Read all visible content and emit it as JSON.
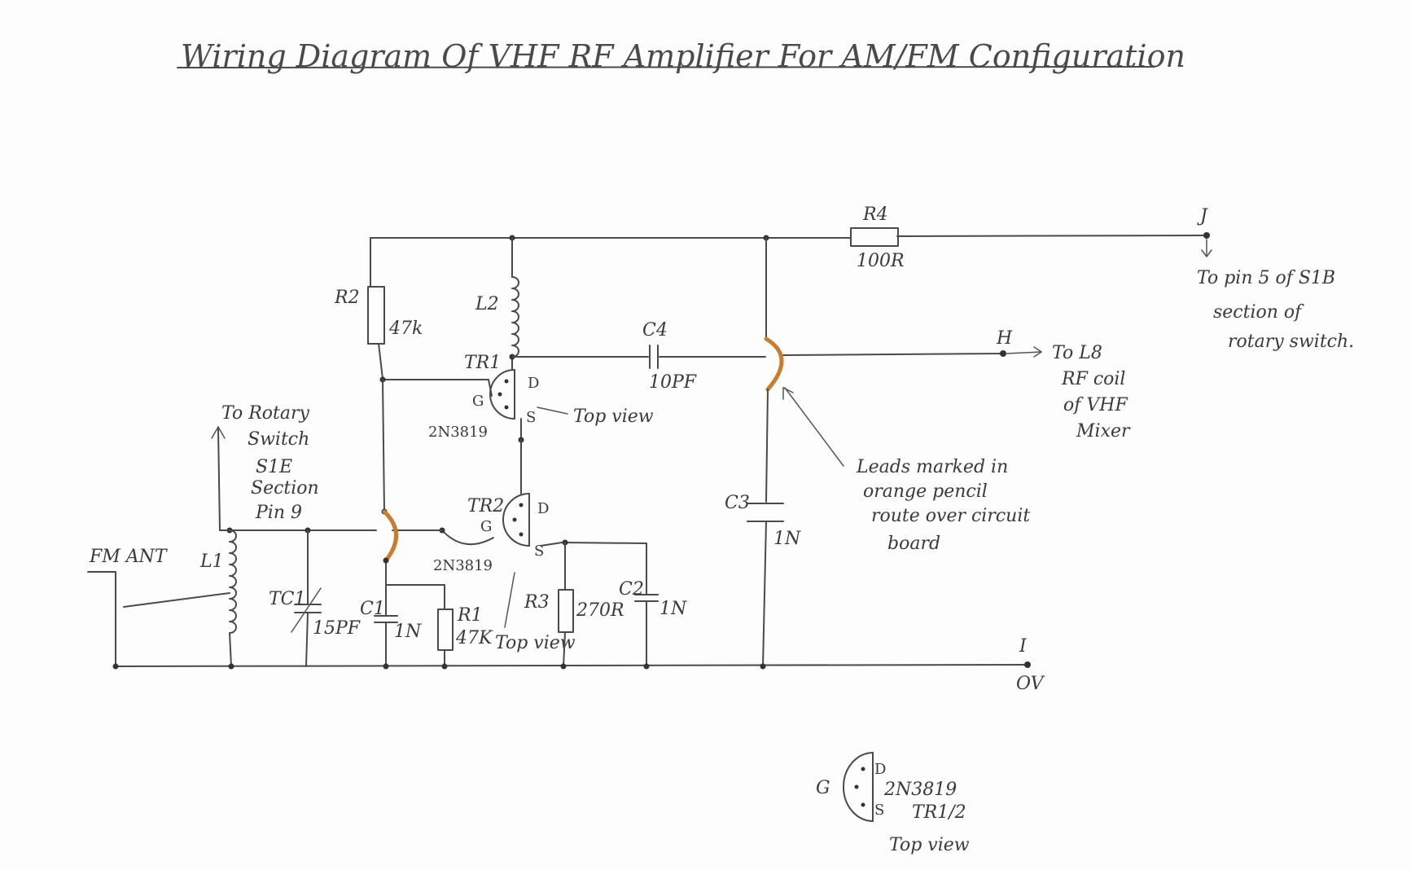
{
  "title": "Wiring Diagram Of VHF RF Amplifier For AM/FM Configuration",
  "components": {
    "r4": {
      "ref": "R4",
      "value": "100R"
    },
    "r2": {
      "ref": "R2",
      "value": "47k"
    },
    "l2": {
      "ref": "L2"
    },
    "c4": {
      "ref": "C4",
      "value": "10PF"
    },
    "tr1": {
      "ref": "TR1",
      "type": "2N3819",
      "pin_g": "G",
      "pin_d": "D",
      "pin_s": "S",
      "note": "Top view"
    },
    "tr2": {
      "ref": "TR2",
      "type": "2N3819",
      "pin_g": "G",
      "pin_d": "D",
      "pin_s": "S",
      "note": "Top view"
    },
    "c3": {
      "ref": "C3",
      "value": "1N"
    },
    "l1": {
      "ref": "L1"
    },
    "tc1": {
      "ref": "TC1",
      "value": "15PF"
    },
    "c1": {
      "ref": "C1",
      "value": "1N"
    },
    "r1": {
      "ref": "R1",
      "value": "47K"
    },
    "r3": {
      "ref": "R3",
      "value": "270R"
    },
    "c2": {
      "ref": "C2",
      "value": "1N"
    }
  },
  "terminals": {
    "j": "J",
    "h": "H",
    "i": "I",
    "ov": "OV",
    "fm_ant": "FM ANT"
  },
  "notes": {
    "to_pin5": [
      "To pin 5 of S1B",
      "section of",
      "rotary switch."
    ],
    "to_l8": [
      "To L8",
      "RF coil",
      "of VHF",
      "Mixer"
    ],
    "to_rotary": [
      "To Rotary",
      "Switch",
      "S1E",
      "Section",
      "Pin 9"
    ],
    "leads": [
      "Leads marked in",
      "orange pencil",
      "route over circuit",
      "board"
    ]
  },
  "pinout": {
    "g": "G",
    "d": "D",
    "s": "S",
    "type": "2N3819",
    "ref": "TR1/2",
    "view": "Top view"
  },
  "colors": {
    "ink": "#4a4a4a",
    "orange_lead": "#c97c2a",
    "paper": "#fdfdfd"
  }
}
